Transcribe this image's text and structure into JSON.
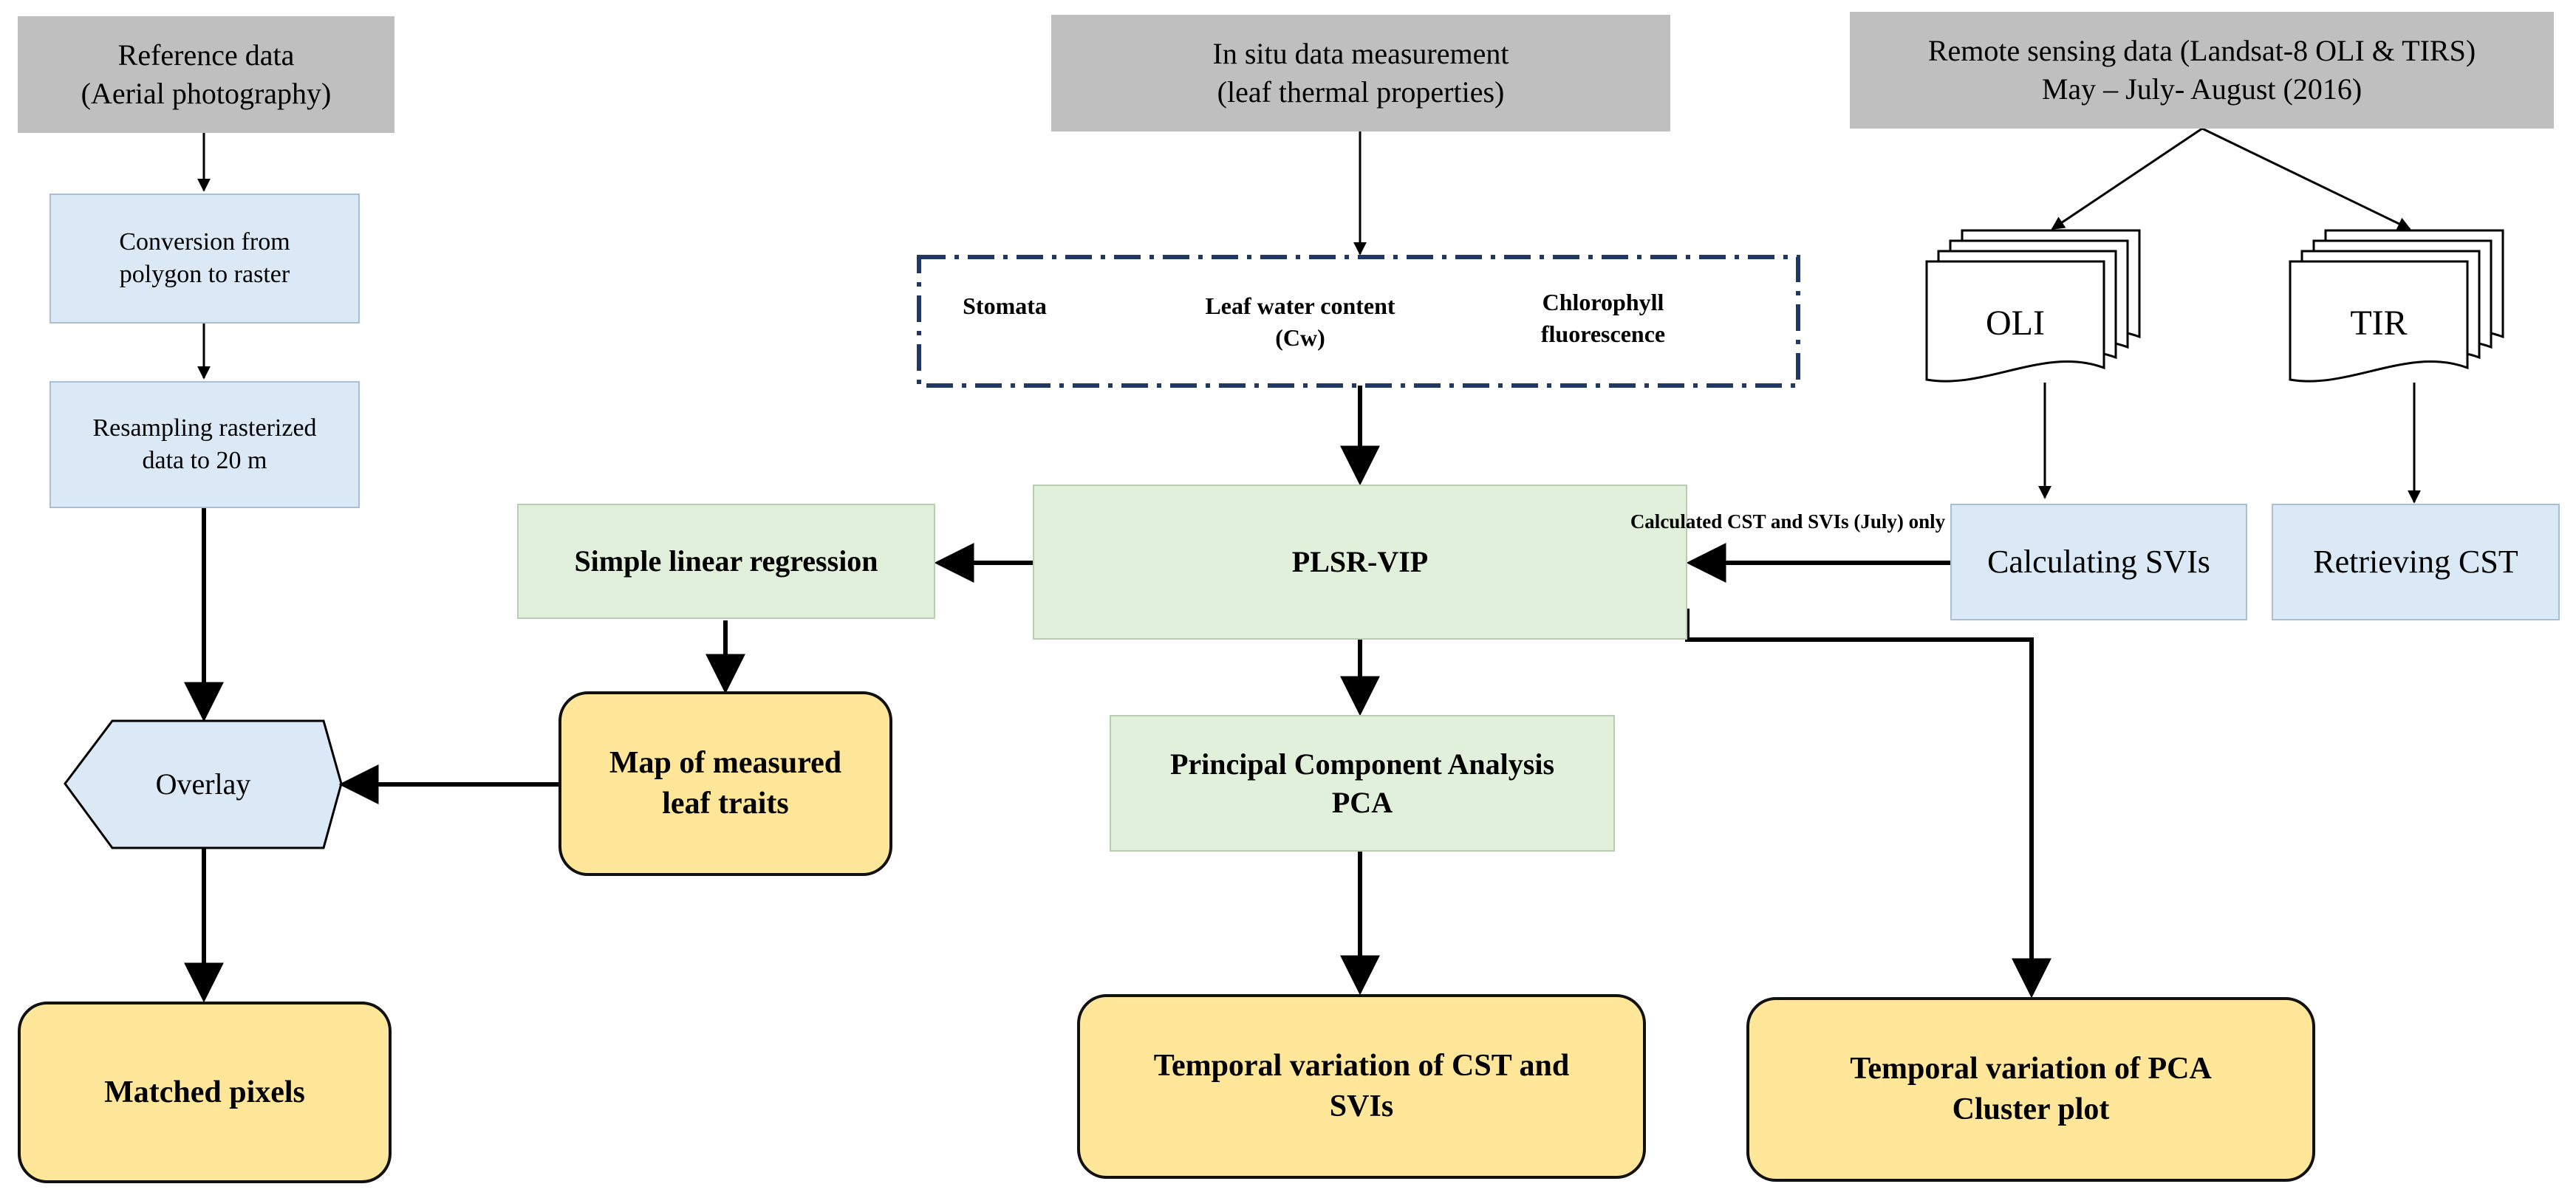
{
  "nodes": {
    "reference": [
      "Reference data",
      "(Aerial photography)"
    ],
    "insitu": [
      "In situ data measurement",
      "(leaf thermal properties)"
    ],
    "remote": [
      "Remote sensing data (Landsat-8 OLI & TIRS)",
      "May – July- August (2016)"
    ],
    "conversion": [
      "Conversion from",
      "polygon to raster"
    ],
    "resampling": [
      "Resampling rasterized",
      "data to 20 m"
    ],
    "stomata": "Stomata",
    "leaf_water": [
      "Leaf water content",
      "(Cw)"
    ],
    "chlorophyll": [
      "Chlorophyll",
      "fluorescence"
    ],
    "oli": "OLI",
    "tir": "TIR",
    "simple_regression": "Simple linear regression",
    "plsr": "PLSR-VIP",
    "calc_svis": "Calculating SVIs",
    "retrieving_cst": "Retrieving CST",
    "overlay": "Overlay",
    "map_traits": [
      "Map of measured",
      "leaf traits"
    ],
    "pca": [
      "Principal Component Analysis",
      "PCA"
    ],
    "matched": "Matched pixels",
    "temporal_cst": [
      "Temporal variation of CST and",
      "SVIs"
    ],
    "temporal_pca": [
      "Temporal variation of PCA",
      "Cluster plot"
    ]
  },
  "edge_labels": {
    "svis_to_plsr": "Calculated CST and SVIs (July) only"
  },
  "colors": {
    "source_fill": "#bfbfbf",
    "process_blue": "#dbe9f6",
    "process_green": "#e1f0da",
    "output_yellow": "#ffe699",
    "dash_border": "#1f3864"
  }
}
